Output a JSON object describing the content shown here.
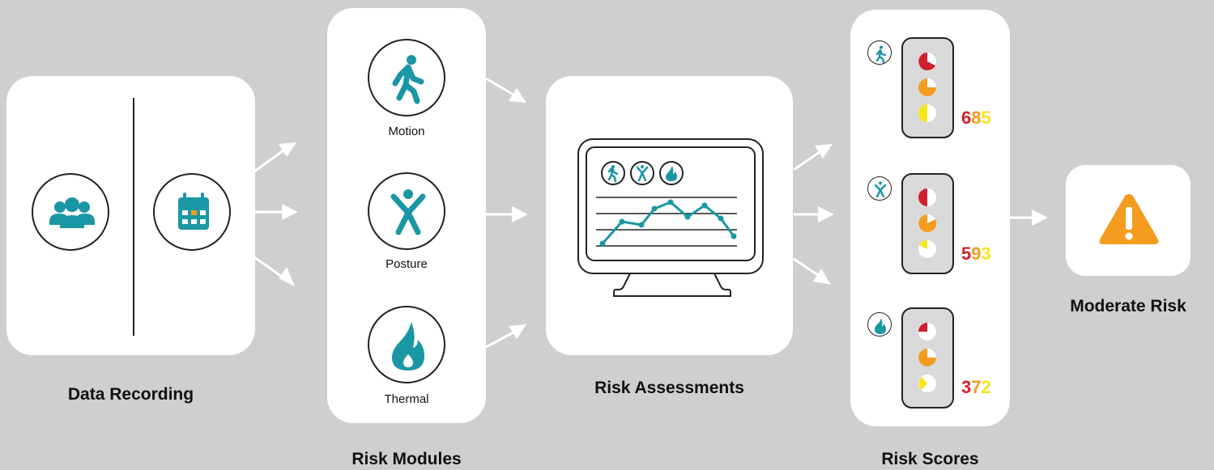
{
  "stages": {
    "data_recording": "Data Recording",
    "risk_modules": "Risk Modules",
    "risk_assessments": "Risk Assessments",
    "risk_scores": "Risk Scores",
    "result": "Moderate Risk"
  },
  "modules": [
    {
      "label": "Motion",
      "icon": "walking-person-icon"
    },
    {
      "label": "Posture",
      "icon": "star-person-icon"
    },
    {
      "label": "Thermal",
      "icon": "flame-icon"
    }
  ],
  "scores": [
    {
      "d1": "6",
      "d2": "8",
      "d3": "5"
    },
    {
      "d1": "5",
      "d2": "9",
      "d3": "3"
    },
    {
      "d1": "3",
      "d2": "7",
      "d3": "2"
    }
  ],
  "colors": {
    "teal": "#1a97a4",
    "red": "#d0202e",
    "orange": "#f39c1f",
    "yellow": "#f5e61c",
    "background": "#cfcfcf"
  }
}
